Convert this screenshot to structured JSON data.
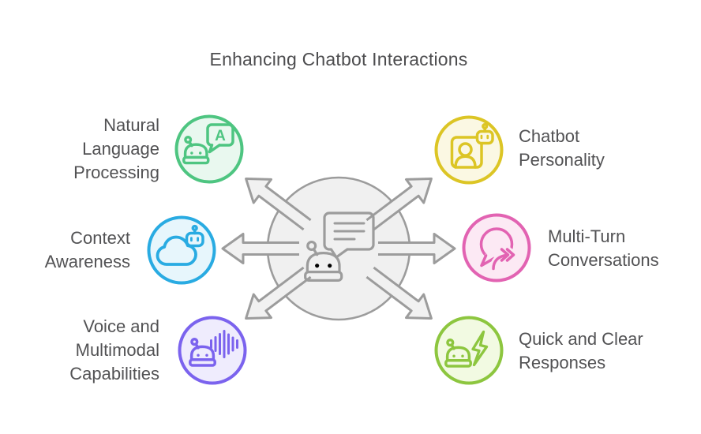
{
  "title": "Enhancing Chatbot Interactions",
  "text_color": "#525254",
  "hub": {
    "icon": "chatbot-speech-bubble-icon",
    "fill": "#f0f0f0",
    "stroke": "#9c9c9c",
    "arrow_fill": "#f1f1f1",
    "arrow_count": 6
  },
  "nodes": [
    {
      "id": "natural-language-processing",
      "label": "Natural\nLanguage\nProcessing",
      "icon": "robot-speech-bubble-letter-icon",
      "bubble_letter": "A",
      "stroke": "#4ec581",
      "fill": "#e9f8ef",
      "side": "left"
    },
    {
      "id": "context-awareness",
      "label": "Context\nAwareness",
      "icon": "cloud-robot-icon",
      "stroke": "#29abe2",
      "fill": "#e7f6fc",
      "side": "left"
    },
    {
      "id": "voice-and-multimodal-capabilities",
      "label": "Voice and\nMultimodal\nCapabilities",
      "icon": "robot-voice-waveform-icon",
      "stroke": "#7b63ee",
      "fill": "#efecfd",
      "side": "left"
    },
    {
      "id": "chatbot-personality",
      "label": "Chatbot\nPersonality",
      "icon": "portrait-robot-icon",
      "stroke": "#dcc525",
      "fill": "#fbf8e3",
      "side": "right"
    },
    {
      "id": "multi-turn-conversations",
      "label": "Multi-Turn\nConversations",
      "icon": "speech-bubble-redo-arrow-icon",
      "stroke": "#e263b2",
      "fill": "#fce9f4",
      "side": "right"
    },
    {
      "id": "quick-and-clear-responses",
      "label": "Quick and Clear\nResponses",
      "icon": "robot-lightning-bolt-icon",
      "stroke": "#8dc63f",
      "fill": "#f2fae2",
      "side": "right"
    }
  ]
}
